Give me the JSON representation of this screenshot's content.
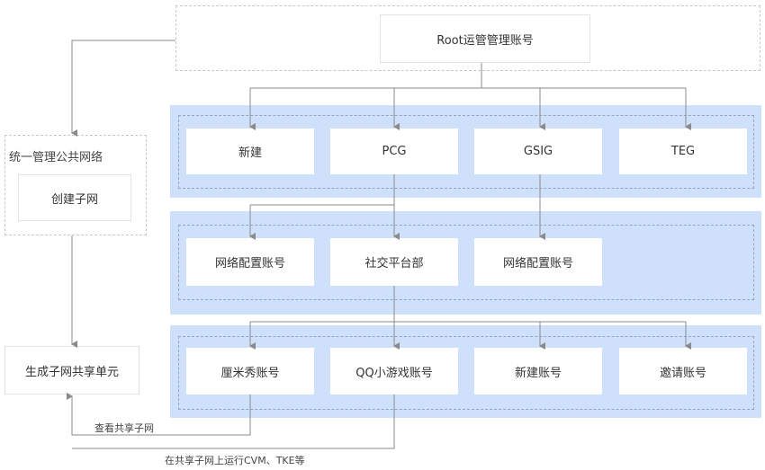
{
  "root": {
    "label": "Root运管管理账号"
  },
  "shared_network_group": {
    "title": "统一管理公共网络",
    "create_subnet": "创建子网"
  },
  "generate_unit": "生成子网共享单元",
  "row1": [
    "新建",
    "PCG",
    "GSIG",
    "TEG"
  ],
  "row2": [
    "网络配置账号",
    "社交平台部",
    "网络配置账号"
  ],
  "row3": [
    "厘米秀账号",
    "QQ小游戏账号",
    "新建账号",
    "邀请账号"
  ],
  "annotations": {
    "view_shared": "查看共享子网",
    "run_on_shared": "在共享子网上运行CVM、TKE等"
  },
  "colors": {
    "band": "#cfe0fb",
    "arrow": "#8a8a8a",
    "dashed_border": "#c8c8c8"
  }
}
